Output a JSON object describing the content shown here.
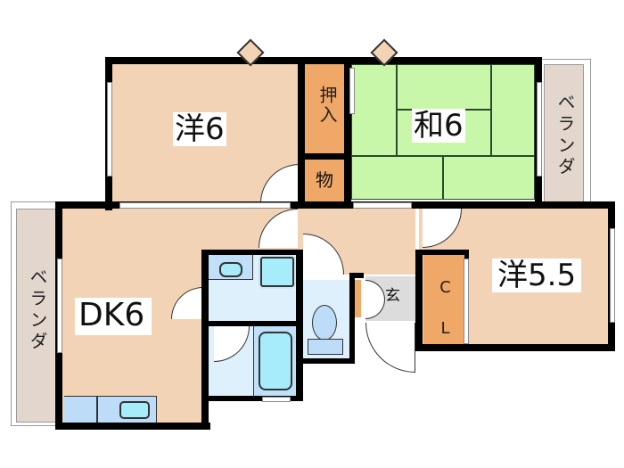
{
  "floor_plan": {
    "rooms": [
      {
        "id": "western-6",
        "label": "洋6",
        "type": "Western room",
        "size_jo": "6"
      },
      {
        "id": "japanese-6",
        "label": "和6",
        "type": "Japanese tatami room",
        "size_jo": "6"
      },
      {
        "id": "western-5-5",
        "label": "洋5.5",
        "type": "Western room",
        "size_jo": "5.5"
      },
      {
        "id": "dk-6",
        "label": "DK6",
        "type": "Dining kitchen",
        "size_jo": "6"
      }
    ],
    "storage": {
      "oshiire": "押入",
      "mono": "物",
      "closet": "C L"
    },
    "entrance": "玄",
    "balconies": {
      "east": "ベランダ",
      "west": "ベランダ"
    },
    "colors": {
      "room_fill": "#f3d3b5",
      "storage_fill": "#f0a868",
      "tatami_fill": "#c9f7aa",
      "wet_area_fill": "#dff0fd",
      "fixture_fill": "#a6ecfa",
      "balcony_fill": "#e2d6cd",
      "entrance_fill": "#dcdcdc",
      "wall": "#000000"
    }
  }
}
